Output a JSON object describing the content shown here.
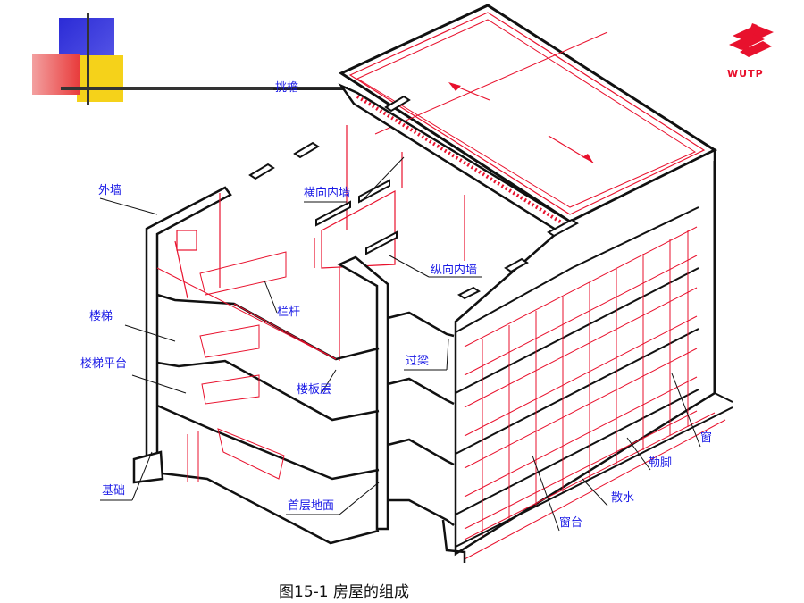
{
  "caption": "图15-1 房屋的组成",
  "logo": {
    "text": "WUTP",
    "icon": "wutp-logo-icon"
  },
  "labels": {
    "eaves": "挑檐",
    "transverse_wall": "横向内墙",
    "exterior_wall": "外墙",
    "longitudinal_wall": "纵向内墙",
    "railing": "栏杆",
    "stairs": "楼梯",
    "stair_landing": "楼梯平台",
    "lintel": "过梁",
    "floor_slab": "楼板层",
    "foundation": "基础",
    "ground_floor": "首层地面",
    "window": "窗",
    "plinth": "勒脚",
    "apron": "散水",
    "window_sill": "窗台"
  },
  "colors": {
    "line_red": "#e8112d",
    "outline_black": "#111111",
    "label_blue": "#1a1ae6",
    "deco_blue": "#2b2bd6",
    "deco_yellow": "#f5d21a",
    "deco_red": "#e83a3a"
  }
}
